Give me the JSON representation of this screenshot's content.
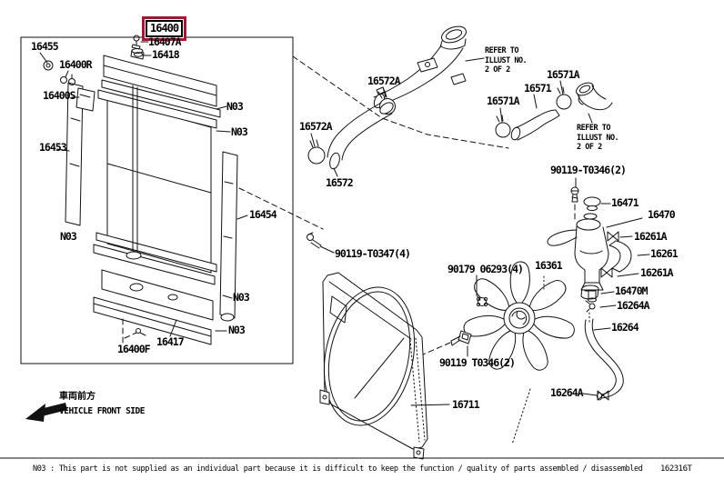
{
  "figure": {
    "selected_part": "16400",
    "doc_code": "162316T",
    "note": {
      "code": "N03",
      "separator": ":",
      "text": "This part is not supplied as an individual part because it is difficult to keep the function / quality of parts assembled / disassembled"
    },
    "orientation": {
      "jp": "車両前方",
      "en": "VEHICLE FRONT SIDE"
    },
    "refer_note": {
      "line1": "REFER TO",
      "line2": "ILLUST NO.",
      "line3": "2 OF 2"
    }
  },
  "colors": {
    "highlight_box": "#9c1c38",
    "line_art": "#111111",
    "background": "#ffffff"
  },
  "callouts": [
    {
      "text": "16455"
    },
    {
      "text": "16400R"
    },
    {
      "text": "16400S"
    },
    {
      "text": "16453"
    },
    {
      "text": "N03"
    },
    {
      "text": "16407A"
    },
    {
      "text": "16418"
    },
    {
      "text": "N03"
    },
    {
      "text": "N03"
    },
    {
      "text": "16454"
    },
    {
      "text": "N03"
    },
    {
      "text": "N03"
    },
    {
      "text": "16417"
    },
    {
      "text": "16400F"
    },
    {
      "text": "16572A"
    },
    {
      "text": "16572A"
    },
    {
      "text": "16572"
    },
    {
      "text": "16571A"
    },
    {
      "text": "16571"
    },
    {
      "text": "16571A"
    },
    {
      "text": "90119-T0346(2)"
    },
    {
      "text": "16471"
    },
    {
      "text": "16470"
    },
    {
      "text": "16261A"
    },
    {
      "text": "16261"
    },
    {
      "text": "16261A"
    },
    {
      "text": "16470M"
    },
    {
      "text": "16264A"
    },
    {
      "text": "16264"
    },
    {
      "text": "16264A"
    },
    {
      "text": "16361"
    },
    {
      "text": "90179 06293(4)"
    },
    {
      "text": "90119 T0346(2)"
    },
    {
      "text": "90119-T0347(4)"
    },
    {
      "text": "16711"
    }
  ]
}
